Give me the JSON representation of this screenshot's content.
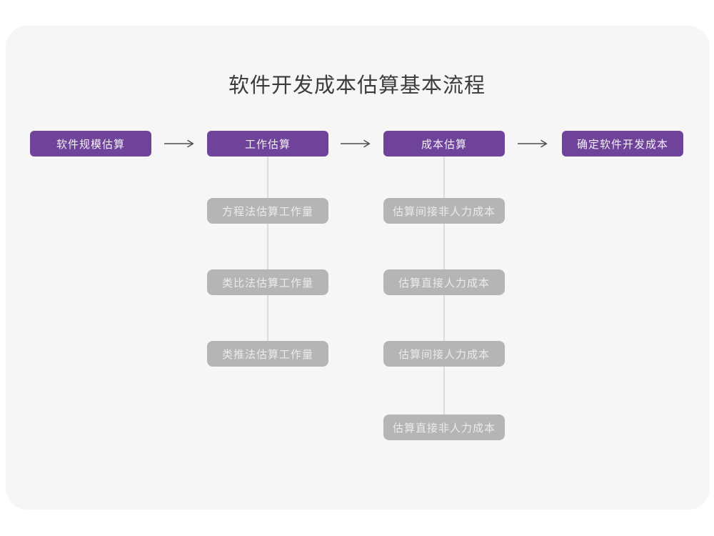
{
  "title": "软件开发成本估算基本流程",
  "colors": {
    "accent_purple": "#6E4399",
    "gray_node": "#B5B5B5",
    "card_background": "#F6F6F6",
    "arrow": "#4D4D4D",
    "connector": "#DCDCDC",
    "title_color": "#3C3C3C"
  },
  "flow": {
    "main_steps": [
      "软件规模估算",
      "工作估算",
      "成本估算",
      "确定软件开发成本"
    ],
    "work_estimation_substeps": [
      "方程法估算工作量",
      "类比法估算工作量",
      "类推法估算工作量"
    ],
    "cost_estimation_substeps": [
      "估算间接非人力成本",
      "估算直接人力成本",
      "估算间接人力成本",
      "估算直接非人力成本"
    ]
  }
}
